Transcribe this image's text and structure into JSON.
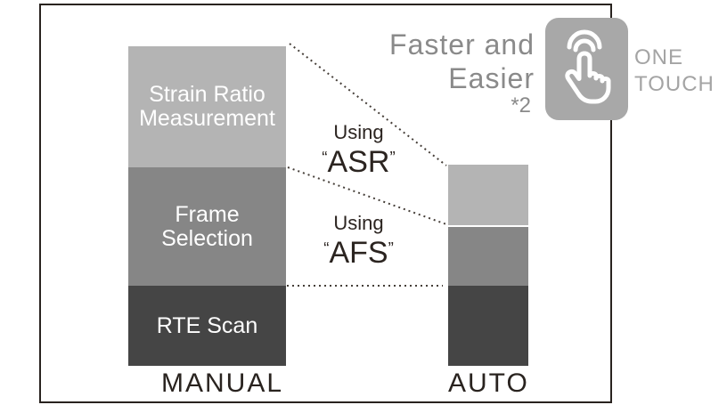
{
  "figure": {
    "description": "Workflow comparison: MANUAL three-step process vs AUTO one-touch process"
  },
  "headline": {
    "line1": "Faster and",
    "line2": "Easier",
    "footnote": "*2"
  },
  "one_touch": {
    "line1": "ONE",
    "line2": "TOUCH"
  },
  "manual_bar": {
    "axis_label": "MANUAL",
    "segments": [
      {
        "id": "strain-ratio-measurement",
        "line1": "Strain Ratio",
        "line2": "Measurement",
        "color": "#b4b4b4"
      },
      {
        "id": "frame-selection",
        "line1": "Frame",
        "line2": "Selection",
        "color": "#868686"
      },
      {
        "id": "rte-scan",
        "line1": "RTE Scan",
        "color": "#454545"
      }
    ]
  },
  "auto_bar": {
    "axis_label": "AUTO",
    "segments": [
      {
        "id": "auto-strain-ratio",
        "color": "#b4b4b4"
      },
      {
        "id": "auto-frame-selection",
        "color": "#868686"
      },
      {
        "id": "auto-rte-scan",
        "color": "#454545"
      }
    ]
  },
  "annotations": {
    "asr": {
      "using": "Using",
      "quote_open": "“",
      "term": "ASR",
      "quote_close": "”"
    },
    "afs": {
      "using": "Using",
      "quote_open": "“",
      "term": "AFS",
      "quote_close": "”"
    }
  },
  "colors": {
    "frame_border": "#29231f",
    "segment_light": "#b4b4b4",
    "segment_medium": "#868686",
    "segment_dark": "#454545",
    "headline_text": "#8a8a8a",
    "one_touch_text": "#a4a4a4",
    "dark_text": "#2b2420",
    "icon_background": "#a8a8a8",
    "dotted_line": "#453e38"
  }
}
